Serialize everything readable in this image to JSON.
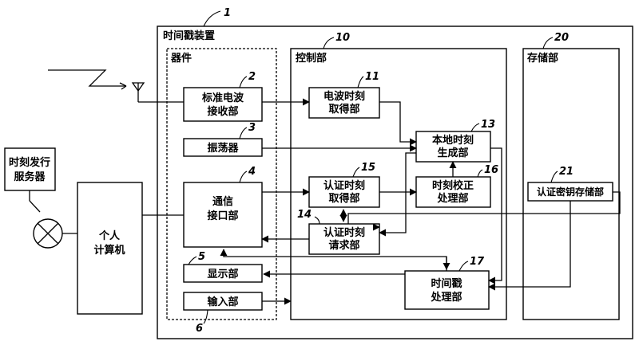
{
  "device": {
    "ref": "1",
    "title": "时间戳装置"
  },
  "parts": {
    "title": "器件"
  },
  "control": {
    "ref": "10",
    "title": "控制部"
  },
  "storage": {
    "ref": "20",
    "title": "存储部"
  },
  "radio_receiver": {
    "ref": "2",
    "line1": "标准电波",
    "line2": "接收部"
  },
  "oscillator": {
    "ref": "3",
    "label": "振荡器"
  },
  "comm_interface": {
    "ref": "4",
    "line1": "通信",
    "line2": "接口部"
  },
  "display": {
    "ref": "5",
    "label": "显示部"
  },
  "input": {
    "ref": "6",
    "label": "输入部"
  },
  "radio_time_acq": {
    "ref": "11",
    "line1": "电波时刻",
    "line2": "取得部"
  },
  "local_time_gen": {
    "ref": "13",
    "line1": "本地时刻",
    "line2": "生成部"
  },
  "cert_time_req": {
    "ref": "14",
    "line1": "认证时刻",
    "line2": "请求部"
  },
  "cert_time_acq": {
    "ref": "15",
    "line1": "认证时刻",
    "line2": "取得部"
  },
  "time_correction": {
    "ref": "16",
    "line1": "时刻校正",
    "line2": "处理部"
  },
  "timestamp_proc": {
    "ref": "17",
    "line1": "时间戳",
    "line2": "处理部"
  },
  "cert_key_storage": {
    "ref": "21",
    "label": "认证密钥存储部"
  },
  "time_server": {
    "line1": "时刻发行",
    "line2": "服务器"
  },
  "pc": {
    "line1": "个人",
    "line2": "计算机"
  }
}
